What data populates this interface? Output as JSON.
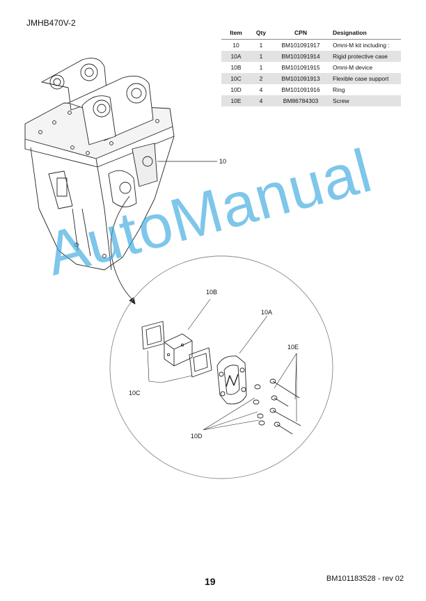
{
  "header": {
    "model_code": "JMHB470V-2"
  },
  "parts_table": {
    "headers": {
      "item": "Item",
      "qty": "Qty",
      "cpn": "CPN",
      "designation": "Designation"
    },
    "rows": [
      {
        "item": "10",
        "qty": "1",
        "cpn": "BM101091917",
        "designation": "Omni-M kit including :"
      },
      {
        "item": "10A",
        "qty": "1",
        "cpn": "BM101091914",
        "designation": "Rigid protective case"
      },
      {
        "item": "10B",
        "qty": "1",
        "cpn": "BM101091915",
        "designation": "Omni-M device"
      },
      {
        "item": "10C",
        "qty": "2",
        "cpn": "BM101091913",
        "designation": "Flexible case support"
      },
      {
        "item": "10D",
        "qty": "4",
        "cpn": "BM101091916",
        "designation": "Ring"
      },
      {
        "item": "10E",
        "qty": "4",
        "cpn": "BM86784303",
        "designation": "Screw"
      }
    ]
  },
  "callouts": {
    "c10": "10",
    "c10a": "10A",
    "c10b": "10B",
    "c10c": "10C",
    "c10d": "10D",
    "c10e": "10E"
  },
  "watermark": "AutoManual",
  "footer": {
    "page_number": "19",
    "doc_ref": "BM101183528 - rev 02"
  },
  "colors": {
    "watermark": "#3aa8df",
    "row_shade": "#e2e2e2"
  }
}
